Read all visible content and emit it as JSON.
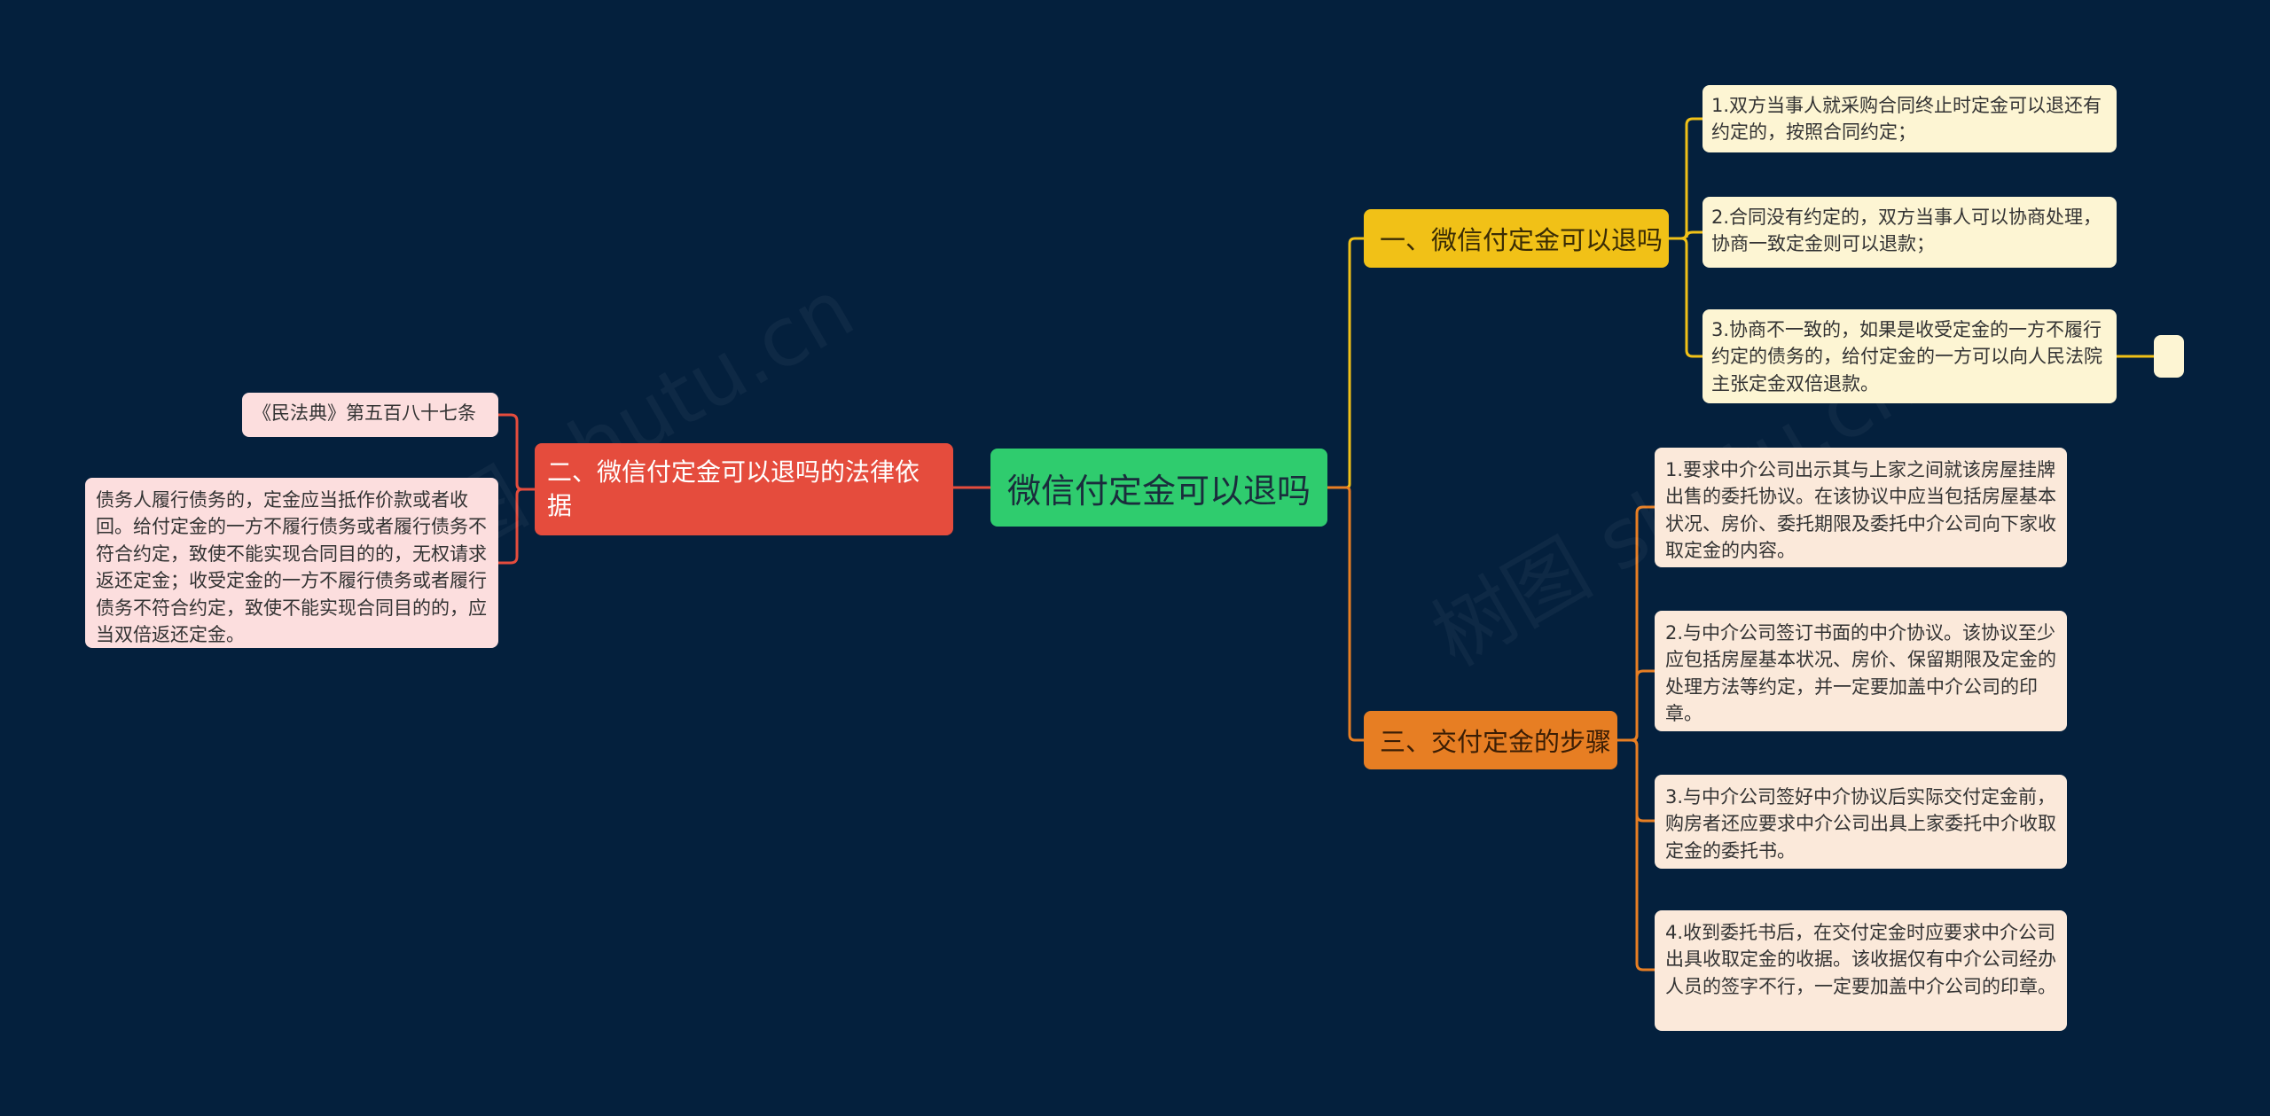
{
  "root": {
    "label": "微信付定金可以退吗"
  },
  "branches": [
    {
      "label": "一、微信付定金可以退吗",
      "children": [
        "1.双方当事人就采购合同终止时定金可以退还有约定的，按照合同约定；",
        "2.合同没有约定的，双方当事人可以协商处理，协商一致定金则可以退款；",
        "3.协商不一致的，如果是收受定金的一方不履行约定的债务的，给付定金的一方可以向人民法院主张定金双倍退款。"
      ]
    },
    {
      "label": "二、微信付定金可以退吗的法律依据",
      "children": [
        "《民法典》第五百八十七条",
        "债务人履行债务的，定金应当抵作价款或者收回。给付定金的一方不履行债务或者履行债务不符合约定，致使不能实现合同目的的，无权请求返还定金；收受定金的一方不履行债务或者履行债务不符合约定，致使不能实现合同目的的，应当双倍返还定金。"
      ]
    },
    {
      "label": "三、交付定金的步骤",
      "children": [
        "1.要求中介公司出示其与上家之间就该房屋挂牌出售的委托协议。在该协议中应当包括房屋基本状况、房价、委托期限及委托中介公司向下家收取定金的内容。",
        "2.与中介公司签订书面的中介协议。该协议至少应包括房屋基本状况、房价、保留期限及定金的处理方法等约定，并一定要加盖中介公司的印章。",
        "3.与中介公司签好中介协议后实际交付定金前，购房者还应要求中介公司出具上家委托中介收取定金的委托书。",
        "4.收到委托书后，在交付定金时应要求中介公司出具收取定金的收据。该收据仅有中介公司经办人员的签字不行，一定要加盖中介公司的印章。"
      ]
    }
  ],
  "watermark": [
    "树图 shutu.cn",
    "树图 shutu.cn"
  ],
  "colors": {
    "background": "#04203d",
    "root": "#2fcc6e",
    "branch1": "#f1c117",
    "branch2": "#e54c3d",
    "branch3": "#e77e23"
  }
}
